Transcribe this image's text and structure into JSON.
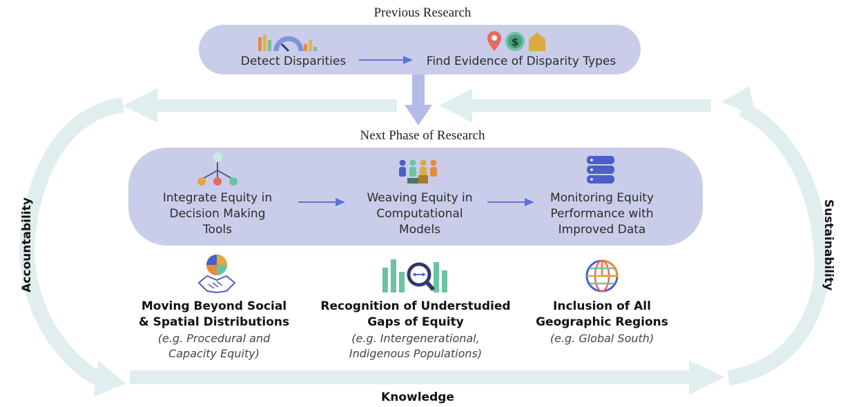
{
  "previous_research": {
    "title": "Previous Research",
    "steps": [
      "Detect Disparities",
      "Find Evidence of Disparity Types"
    ]
  },
  "next_phase": {
    "title": "Next Phase of Research",
    "steps": [
      [
        "Integrate Equity in",
        "Decision Making",
        "Tools"
      ],
      [
        "Weaving Equity in",
        "Computational",
        "Models"
      ],
      [
        "Monitoring Equity",
        "Performance with",
        "Improved Data"
      ]
    ]
  },
  "gaps": [
    {
      "title": [
        "Moving Beyond Social",
        "& Spatial Distributions"
      ],
      "subtitle": [
        "(e.g. Procedural and",
        "Capacity Equity)"
      ]
    },
    {
      "title": [
        "Recognition of Understudied",
        "Gaps of Equity"
      ],
      "subtitle": [
        "(e.g. Intergenerational,",
        "Indigenous Populations)"
      ]
    },
    {
      "title": [
        "Inclusion of All",
        "Geographic Regions"
      ],
      "subtitle": [
        "(e.g. Global South)"
      ]
    }
  ],
  "cycle": {
    "left": "Accountability",
    "bottom": "Knowledge",
    "right": "Sustainability"
  },
  "icons": {
    "detect": "bar-gauge-icon",
    "evidence": [
      "location-pin-icon",
      "dollar-coin-icon",
      "house-icon"
    ],
    "integrate": "decision-tree-icon",
    "weaving": "people-group-icon",
    "monitoring": "database-icon",
    "handshake": "handshake-puzzle-icon",
    "magnifier": "magnifier-bars-icon",
    "globe": "globe-icon"
  },
  "colors": {
    "pill": "#c9cde9",
    "cycle_arrow": "#e1eef0",
    "flow_arrow": "#5b74d6",
    "down_arrow": "#b3bce6"
  }
}
